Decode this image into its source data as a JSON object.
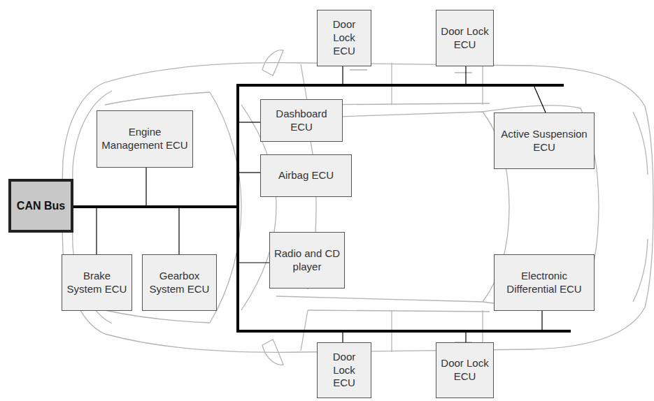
{
  "diagram": {
    "nodes": [
      {
        "text": [
          "CAN Bus"
        ]
      },
      {
        "text": [
          "Engine Management ECU"
        ]
      },
      {
        "text": [
          "Brake System ECU"
        ]
      },
      {
        "text": [
          "Gearbox System ECU"
        ]
      },
      {
        "text": [
          "Dashboard ECU"
        ]
      },
      {
        "text": [
          "Airbag ECU"
        ]
      },
      {
        "text": [
          "Radio and CD player"
        ]
      },
      {
        "text": [
          "Door Lock ECU"
        ]
      },
      {
        "text": [
          "Door Lock ECU"
        ]
      },
      {
        "text": [
          "Active Suspension ECU"
        ]
      },
      {
        "text": [
          "Electronic Differential ECU"
        ]
      },
      {
        "text": [
          "Door Lock ECU"
        ]
      },
      {
        "text": [
          "Door Lock ECU"
        ]
      }
    ],
    "edges": [
      {
        "from": 0,
        "to": 1,
        "arrow": "none"
      },
      {
        "from": 0,
        "to": 2,
        "arrow": "none"
      },
      {
        "from": 0,
        "to": 3,
        "arrow": "none"
      },
      {
        "from": 0,
        "to": 4,
        "arrow": "none"
      },
      {
        "from": 0,
        "to": 5,
        "arrow": "none"
      },
      {
        "from": 0,
        "to": 6,
        "arrow": "none"
      },
      {
        "from": 0,
        "to": 7,
        "arrow": "none"
      },
      {
        "from": 0,
        "to": 8,
        "arrow": "none"
      },
      {
        "from": 0,
        "to": 9,
        "arrow": "none"
      },
      {
        "from": 0,
        "to": 10,
        "arrow": "none"
      },
      {
        "from": 0,
        "to": 11,
        "arrow": "none"
      },
      {
        "from": 0,
        "to": 12,
        "arrow": "none"
      }
    ]
  }
}
